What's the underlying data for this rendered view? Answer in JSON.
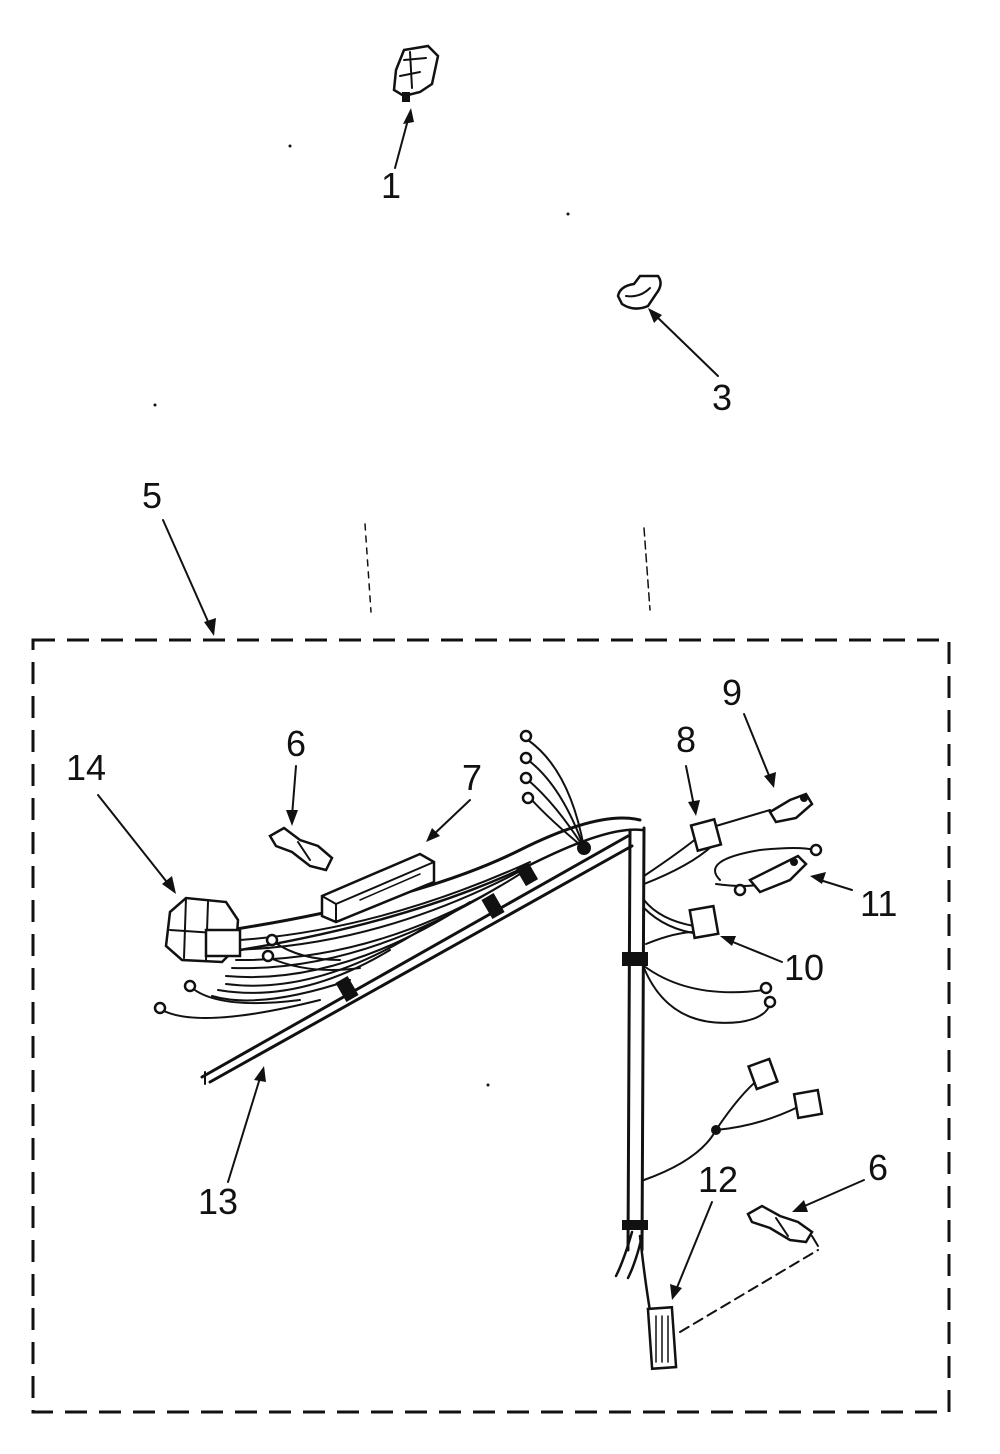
{
  "callouts": {
    "c1": "1",
    "c3": "3",
    "c5": "5",
    "c6a": "6",
    "c6b": "6",
    "c7": "7",
    "c8": "8",
    "c9": "9",
    "c10": "10",
    "c11": "11",
    "c12": "12",
    "c13": "13",
    "c14": "14"
  },
  "colors": {
    "ink": "#111111",
    "paper": "#ffffff"
  },
  "icons": {
    "part1": "switch-part-icon",
    "part3": "clip-part-icon",
    "part6": "terminal-part-icon",
    "part7": "connector-block-icon",
    "part14": "connector-housing-icon"
  }
}
